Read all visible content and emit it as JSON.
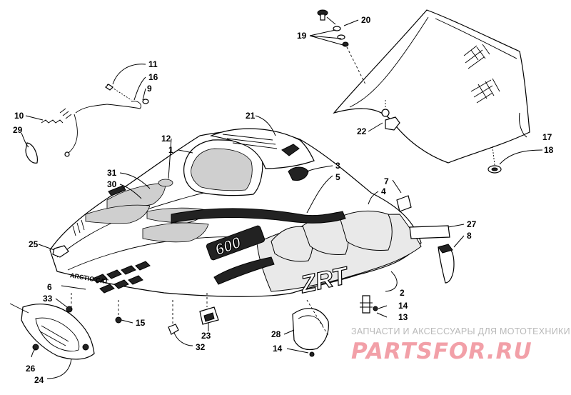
{
  "callouts": [
    {
      "id": "c1",
      "label": "1"
    },
    {
      "id": "c2",
      "label": "2"
    },
    {
      "id": "c3",
      "label": "3"
    },
    {
      "id": "c4",
      "label": "4"
    },
    {
      "id": "c5",
      "label": "5"
    },
    {
      "id": "c6",
      "label": "6"
    },
    {
      "id": "c7",
      "label": "7"
    },
    {
      "id": "c8",
      "label": "8"
    },
    {
      "id": "c9",
      "label": "9"
    },
    {
      "id": "c10",
      "label": "10"
    },
    {
      "id": "c11",
      "label": "11"
    },
    {
      "id": "c12",
      "label": "12"
    },
    {
      "id": "c13",
      "label": "13"
    },
    {
      "id": "c14a",
      "label": "14"
    },
    {
      "id": "c14b",
      "label": "14"
    },
    {
      "id": "c15",
      "label": "15"
    },
    {
      "id": "c16",
      "label": "16"
    },
    {
      "id": "c17",
      "label": "17"
    },
    {
      "id": "c18",
      "label": "18"
    },
    {
      "id": "c19",
      "label": "19"
    },
    {
      "id": "c20",
      "label": "20"
    },
    {
      "id": "c21",
      "label": "21"
    },
    {
      "id": "c22",
      "label": "22"
    },
    {
      "id": "c23",
      "label": "23"
    },
    {
      "id": "c24",
      "label": "24"
    },
    {
      "id": "c25",
      "label": "25"
    },
    {
      "id": "c26",
      "label": "26"
    },
    {
      "id": "c27",
      "label": "27"
    },
    {
      "id": "c28",
      "label": "28"
    },
    {
      "id": "c29",
      "label": "29"
    },
    {
      "id": "c30",
      "label": "30"
    },
    {
      "id": "c31",
      "label": "31"
    },
    {
      "id": "c32",
      "label": "32"
    },
    {
      "id": "c33",
      "label": "33"
    }
  ],
  "decals": {
    "hood_model": "600",
    "side_logo": "ZRT",
    "brand_text": "ARCTIC CAT"
  },
  "watermark": {
    "subtitle": "ЗАПЧАСТИ И АКСЕССУАРЫ ДЛЯ МОТОТЕХНИКИ",
    "brand": "PARTSFOR.RU"
  }
}
